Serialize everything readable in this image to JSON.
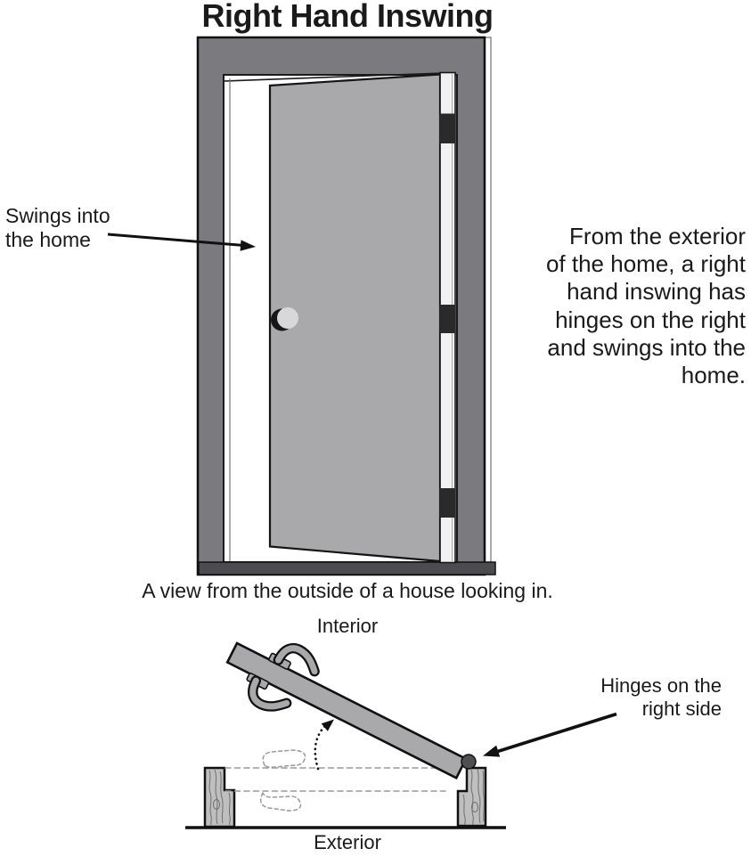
{
  "title": "Right Hand Inswing",
  "colors": {
    "ink": "#1a1a1a",
    "frame": "#7a7a7f",
    "door": "#a9a9ab",
    "door_edge": "#f2f2f2",
    "hinge": "#2a2a2a",
    "threshold": "#4b4b50",
    "knob": "#d8d8da",
    "knob_shadow": "#161616",
    "wood": "#bfbfbf",
    "dashed": "#9a9a9a"
  },
  "top_diagram": {
    "swings_label": "Swings into\nthe home",
    "side_text": "From the exterior\nof the home, a right\nhand inswing has\nhinges on the right\nand swings into the\nhome.",
    "caption": "A view from the outside of a house looking in."
  },
  "bottom_diagram": {
    "interior_label": "Interior",
    "exterior_label": "Exterior",
    "hinges_label": "Hinges on the\nright side"
  }
}
